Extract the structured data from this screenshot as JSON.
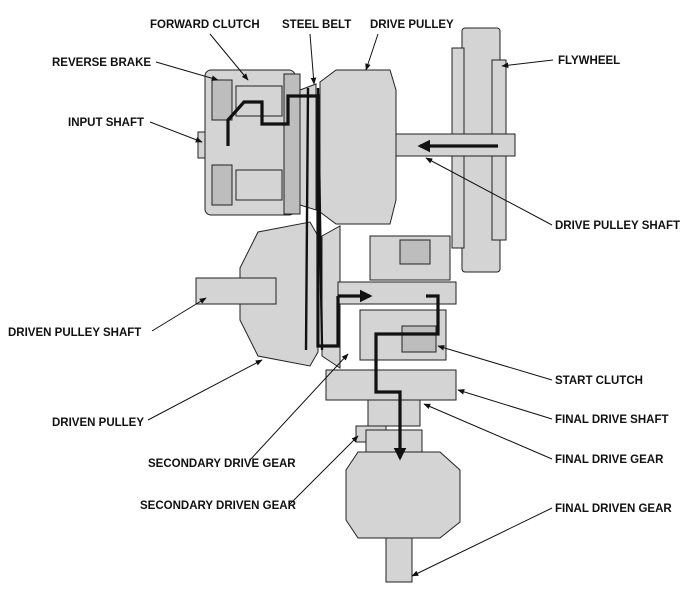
{
  "labels": {
    "forward_clutch": "FORWARD CLUTCH",
    "steel_belt": "STEEL BELT",
    "drive_pulley": "DRIVE PULLEY",
    "reverse_brake": "REVERSE BRAKE",
    "flywheel": "FLYWHEEL",
    "input_shaft": "INPUT SHAFT",
    "drive_pulley_shaft": "DRIVE PULLEY SHAFT",
    "driven_pulley_shaft": "DRIVEN PULLEY SHAFT",
    "start_clutch": "START CLUTCH",
    "final_drive_shaft": "FINAL DRIVE SHAFT",
    "driven_pulley": "DRIVEN PULLEY",
    "final_drive_gear": "FINAL DRIVE GEAR",
    "secondary_drive_gear": "SECONDARY DRIVE GEAR",
    "secondary_driven_gear": "SECONDARY DRIVEN GEAR",
    "final_driven_gear": "FINAL DRIVEN GEAR"
  }
}
